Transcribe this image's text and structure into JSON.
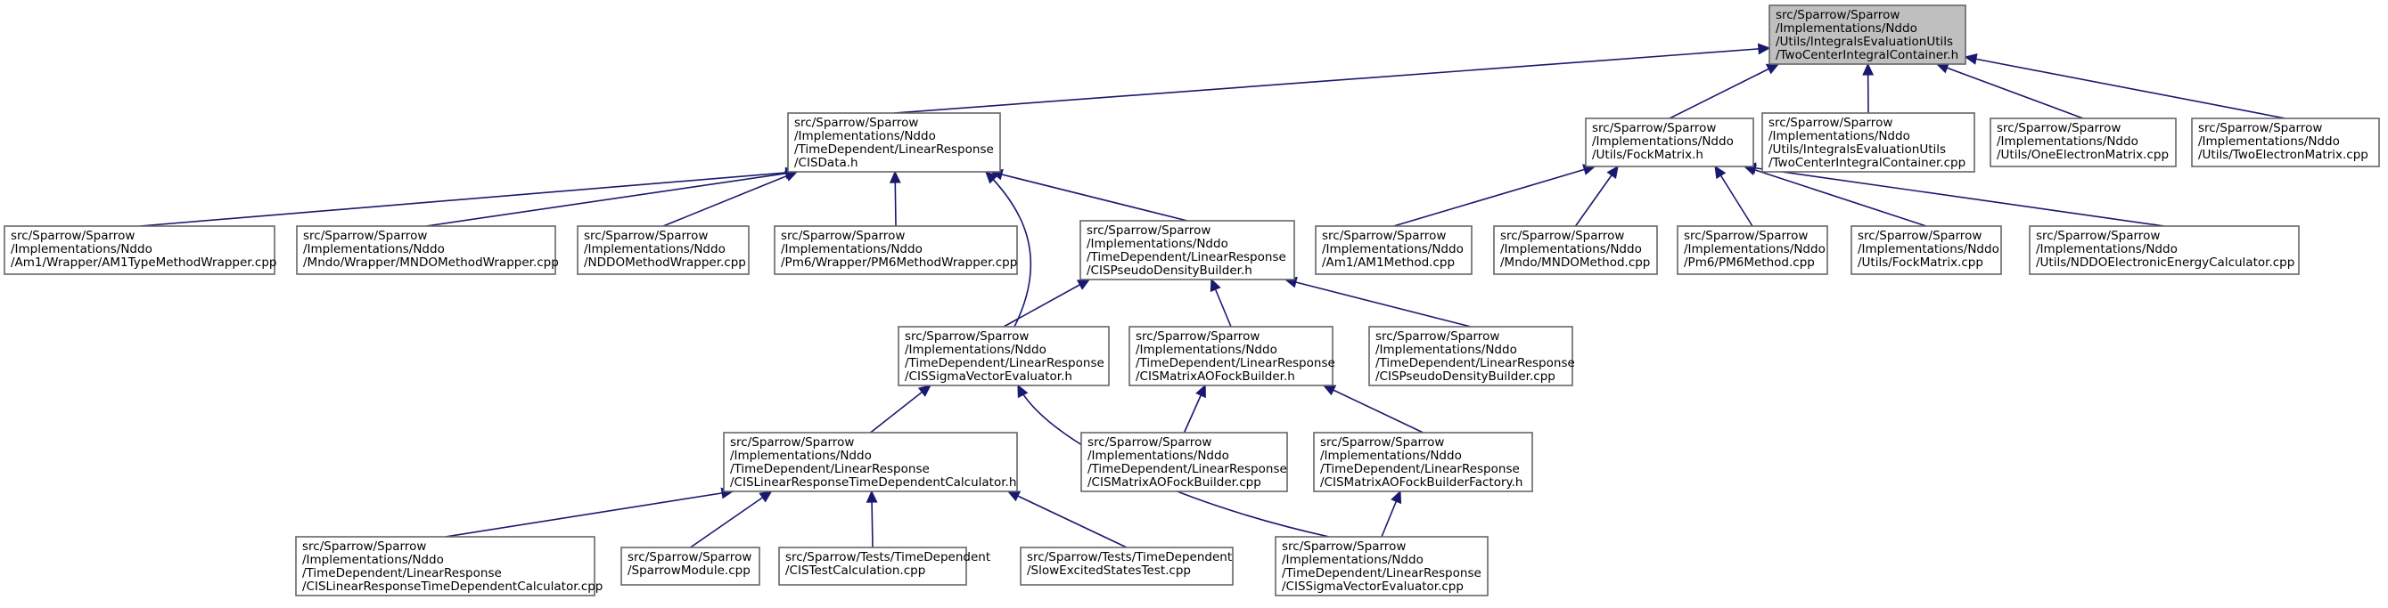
{
  "nodes": {
    "two_center_h": {
      "lines": [
        "src/Sparrow/Sparrow",
        "/Implementations/Nddo",
        "/Utils/IntegralsEvaluationUtils",
        "/TwoCenterIntegralContainer.h"
      ],
      "root": true
    },
    "cisdata_h": {
      "lines": [
        "src/Sparrow/Sparrow",
        "/Implementations/Nddo",
        "/TimeDependent/LinearResponse",
        "/CISData.h"
      ]
    },
    "fockmatrix_h": {
      "lines": [
        "src/Sparrow/Sparrow",
        "/Implementations/Nddo",
        "/Utils/FockMatrix.h"
      ]
    },
    "two_center_cpp": {
      "lines": [
        "src/Sparrow/Sparrow",
        "/Implementations/Nddo",
        "/Utils/IntegralsEvaluationUtils",
        "/TwoCenterIntegralContainer.cpp"
      ]
    },
    "one_electron_cpp": {
      "lines": [
        "src/Sparrow/Sparrow",
        "/Implementations/Nddo",
        "/Utils/OneElectronMatrix.cpp"
      ]
    },
    "two_electron_cpp": {
      "lines": [
        "src/Sparrow/Sparrow",
        "/Implementations/Nddo",
        "/Utils/TwoElectronMatrix.cpp"
      ]
    },
    "am1_wrapper_cpp": {
      "lines": [
        "src/Sparrow/Sparrow",
        "/Implementations/Nddo",
        "/Am1/Wrapper/AM1TypeMethodWrapper.cpp"
      ]
    },
    "mndo_wrapper_cpp": {
      "lines": [
        "src/Sparrow/Sparrow",
        "/Implementations/Nddo",
        "/Mndo/Wrapper/MNDOMethodWrapper.cpp"
      ]
    },
    "nddo_wrapper_cpp": {
      "lines": [
        "src/Sparrow/Sparrow",
        "/Implementations/Nddo",
        "/NDDOMethodWrapper.cpp"
      ]
    },
    "pm6_wrapper_cpp": {
      "lines": [
        "src/Sparrow/Sparrow",
        "/Implementations/Nddo",
        "/Pm6/Wrapper/PM6MethodWrapper.cpp"
      ]
    },
    "cispseudo_h": {
      "lines": [
        "src/Sparrow/Sparrow",
        "/Implementations/Nddo",
        "/TimeDependent/LinearResponse",
        "/CISPseudoDensityBuilder.h"
      ]
    },
    "am1_method_cpp": {
      "lines": [
        "src/Sparrow/Sparrow",
        "/Implementations/Nddo",
        "/Am1/AM1Method.cpp"
      ]
    },
    "mndo_method_cpp": {
      "lines": [
        "src/Sparrow/Sparrow",
        "/Implementations/Nddo",
        "/Mndo/MNDOMethod.cpp"
      ]
    },
    "pm6_method_cpp": {
      "lines": [
        "src/Sparrow/Sparrow",
        "/Implementations/Nddo",
        "/Pm6/PM6Method.cpp"
      ]
    },
    "fockmatrix_cpp": {
      "lines": [
        "src/Sparrow/Sparrow",
        "/Implementations/Nddo",
        "/Utils/FockMatrix.cpp"
      ]
    },
    "nddo_energy_cpp": {
      "lines": [
        "src/Sparrow/Sparrow",
        "/Implementations/Nddo",
        "/Utils/NDDOElectronicEnergyCalculator.cpp"
      ]
    },
    "cissigma_h": {
      "lines": [
        "src/Sparrow/Sparrow",
        "/Implementations/Nddo",
        "/TimeDependent/LinearResponse",
        "/CISSigmaVectorEvaluator.h"
      ]
    },
    "cismatrixao_h": {
      "lines": [
        "src/Sparrow/Sparrow",
        "/Implementations/Nddo",
        "/TimeDependent/LinearResponse",
        "/CISMatrixAOFockBuilder.h"
      ]
    },
    "cispseudo_cpp": {
      "lines": [
        "src/Sparrow/Sparrow",
        "/Implementations/Nddo",
        "/TimeDependent/LinearResponse",
        "/CISPseudoDensityBuilder.cpp"
      ]
    },
    "cislinear_h": {
      "lines": [
        "src/Sparrow/Sparrow",
        "/Implementations/Nddo",
        "/TimeDependent/LinearResponse",
        "/CISLinearResponseTimeDependentCalculator.h"
      ]
    },
    "cismatrixao_cpp": {
      "lines": [
        "src/Sparrow/Sparrow",
        "/Implementations/Nddo",
        "/TimeDependent/LinearResponse",
        "/CISMatrixAOFockBuilder.cpp"
      ]
    },
    "cismatrixao_factory_h": {
      "lines": [
        "src/Sparrow/Sparrow",
        "/Implementations/Nddo",
        "/TimeDependent/LinearResponse",
        "/CISMatrixAOFockBuilderFactory.h"
      ]
    },
    "cislinear_cpp": {
      "lines": [
        "src/Sparrow/Sparrow",
        "/Implementations/Nddo",
        "/TimeDependent/LinearResponse",
        "/CISLinearResponseTimeDependentCalculator.cpp"
      ]
    },
    "sparrow_module_cpp": {
      "lines": [
        "src/Sparrow/Sparrow",
        "/SparrowModule.cpp"
      ]
    },
    "cistest_cpp": {
      "lines": [
        "src/Sparrow/Tests/TimeDependent",
        "/CISTestCalculation.cpp"
      ]
    },
    "slowexcited_cpp": {
      "lines": [
        "src/Sparrow/Tests/TimeDependent",
        "/SlowExcitedStatesTest.cpp"
      ]
    },
    "cissigma_cpp": {
      "lines": [
        "src/Sparrow/Sparrow",
        "/Implementations/Nddo",
        "/TimeDependent/LinearResponse",
        "/CISSigmaVectorEvaluator.cpp"
      ]
    }
  },
  "edges": [
    [
      "cisdata_h",
      "two_center_h"
    ],
    [
      "fockmatrix_h",
      "two_center_h"
    ],
    [
      "two_center_cpp",
      "two_center_h"
    ],
    [
      "one_electron_cpp",
      "two_center_h"
    ],
    [
      "two_electron_cpp",
      "two_center_h"
    ],
    [
      "am1_wrapper_cpp",
      "cisdata_h"
    ],
    [
      "mndo_wrapper_cpp",
      "cisdata_h"
    ],
    [
      "nddo_wrapper_cpp",
      "cisdata_h"
    ],
    [
      "pm6_wrapper_cpp",
      "cisdata_h"
    ],
    [
      "cispseudo_h",
      "cisdata_h"
    ],
    [
      "cissigma_h",
      "cisdata_h"
    ],
    [
      "am1_method_cpp",
      "fockmatrix_h"
    ],
    [
      "mndo_method_cpp",
      "fockmatrix_h"
    ],
    [
      "pm6_method_cpp",
      "fockmatrix_h"
    ],
    [
      "fockmatrix_cpp",
      "fockmatrix_h"
    ],
    [
      "nddo_energy_cpp",
      "fockmatrix_h"
    ],
    [
      "cissigma_h",
      "cispseudo_h"
    ],
    [
      "cismatrixao_h",
      "cispseudo_h"
    ],
    [
      "cispseudo_cpp",
      "cispseudo_h"
    ],
    [
      "cislinear_h",
      "cissigma_h"
    ],
    [
      "cissigma_cpp",
      "cissigma_h"
    ],
    [
      "cismatrixao_cpp",
      "cismatrixao_h"
    ],
    [
      "cismatrixao_factory_h",
      "cismatrixao_h"
    ],
    [
      "cislinear_cpp",
      "cislinear_h"
    ],
    [
      "sparrow_module_cpp",
      "cislinear_h"
    ],
    [
      "cistest_cpp",
      "cislinear_h"
    ],
    [
      "slowexcited_cpp",
      "cislinear_h"
    ],
    [
      "cissigma_cpp",
      "cismatrixao_factory_h"
    ]
  ],
  "colors": {
    "edge": "#191970",
    "node_border": "#666666",
    "node_fill": "#ffffff",
    "root_fill": "#bfbfbf"
  }
}
